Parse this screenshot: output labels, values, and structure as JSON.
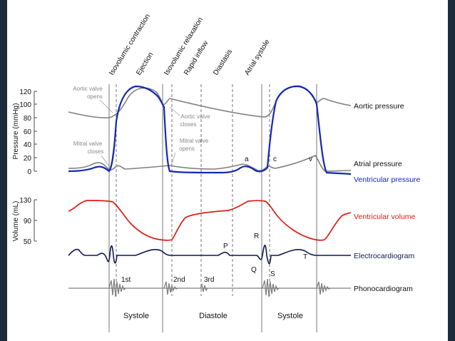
{
  "phases": {
    "isovolumic_contraction": "Isovolumic contraction",
    "ejection": "Ejection",
    "isovolumic_relaxation": "Isovolumic relaxation",
    "rapid_inflow": "Rapid inflow",
    "diastasis": "Diastasis",
    "atrial_systole": "Atrial systole"
  },
  "pressure_axis": {
    "label": "Pressure (mmHg)",
    "ticks": [
      "120",
      "100",
      "80",
      "60",
      "40",
      "20",
      "0"
    ]
  },
  "volume_axis": {
    "label": "Volume (mL)",
    "ticks": [
      "130",
      "90",
      "50"
    ]
  },
  "annotations": {
    "aortic_valve_opens": [
      "Aortic valve",
      "opens"
    ],
    "aortic_valve_closes": [
      "Aortic valve",
      "closes"
    ],
    "mitral_valve_closes": [
      "Mitral valve",
      "closes"
    ],
    "mitral_valve_opens": [
      "Mitral valve",
      "opens"
    ],
    "wave_a": "a",
    "wave_c": "c",
    "wave_v": "v",
    "ecg_p": "P",
    "ecg_q": "Q",
    "ecg_r": "R",
    "ecg_s": "S",
    "ecg_t": "T",
    "sound_1st": "1st",
    "sound_2nd": "2nd",
    "sound_3rd": "3rd"
  },
  "traces": {
    "aortic_pressure": {
      "label": "Aortic pressure",
      "color": "#808080"
    },
    "atrial_pressure": {
      "label": "Atrial pressure",
      "color": "#808080"
    },
    "ventricular_pressure": {
      "label": "Ventricular pressure",
      "color": "#1428b4"
    },
    "ventricular_volume": {
      "label": "Ventricular volume",
      "color": "#dc1e14"
    },
    "electrocardiogram": {
      "label": "Electrocardiogram",
      "color": "#101850"
    },
    "phonocardiogram": {
      "label": "Phonocardiogram",
      "color": "#808080"
    }
  },
  "bottom_labels": {
    "systole_1": "Systole",
    "diastole": "Diastole",
    "systole_2": "Systole"
  }
}
